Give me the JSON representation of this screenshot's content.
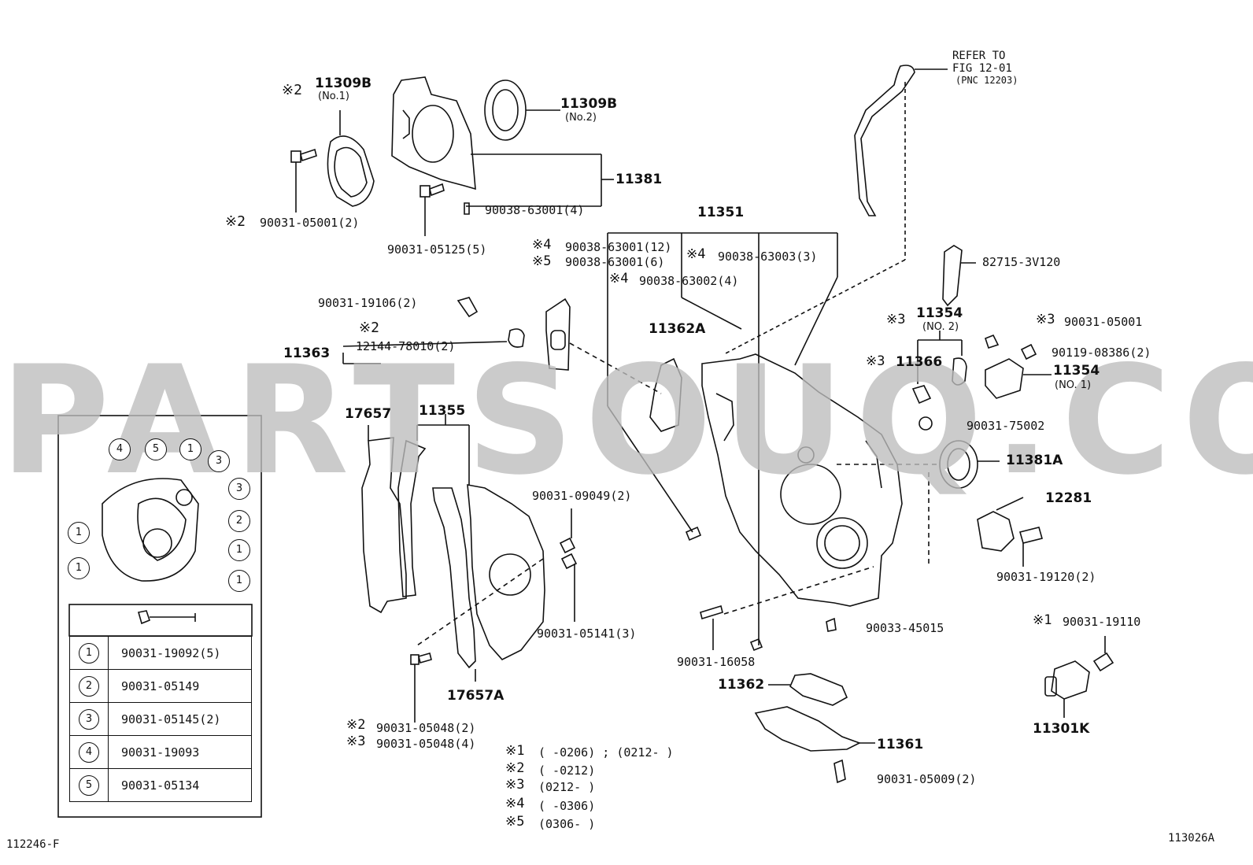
{
  "watermark": "PARTSOUQ.COM",
  "refer": {
    "line1": "REFER TO",
    "line2": "FIG 12-01",
    "line3": "(PNC 12203)"
  },
  "labels": {
    "l11309b_no1": "11309B",
    "l11309b_no1_sub": "(No.1)",
    "mk_11309b": "※2",
    "l11309b_no2": "11309B",
    "l11309b_no2_sub": "(No.2)",
    "l11381": "11381",
    "l90038_63001_4": "90038-63001(4)",
    "l90031_05001_2": "90031-05001(2)",
    "mk_05001": "※2",
    "l90031_05125_5": "90031-05125(5)",
    "l11351": "11351",
    "l90038_63001_12": "90038-63001(12)",
    "mk_63001_12": "※4",
    "l90038_63001_6": "90038-63001(6)",
    "mk_63001_6": "※5",
    "l90038_63003_3": "90038-63003(3)",
    "mk_63003": "※4",
    "l90038_63002_4": "90038-63002(4)",
    "mk_63002": "※4",
    "l82715": "82715-3V120",
    "l90031_19106_2": "90031-19106(2)",
    "mk_12144": "※2",
    "l11363": "11363",
    "l12144": "12144-78010(2)",
    "l11362a": "11362A",
    "l11354_no2": "11354",
    "l11354_no2_sub": "(NO. 2)",
    "mk_11354": "※3",
    "l90031_05001": "90031-05001",
    "mk_05001b": "※3",
    "l90119": "90119-08386(2)",
    "l11366": "11366",
    "mk_11366": "※3",
    "l11354_no1": "11354",
    "l11354_no1_sub": "(NO. 1)",
    "l90031_75002": "90031-75002",
    "l17657": "17657",
    "l11355": "11355",
    "l11381a": "11381A",
    "l12281": "12281",
    "l90031_09049_2": "90031-09049(2)",
    "l90031_19120_2": "90031-19120(2)",
    "l90031_05141_3": "90031-05141(3)",
    "l90033_45015": "90033-45015",
    "l90031_19110": "90031-19110",
    "mk_19110": "※1",
    "l90031_16058": "90031-16058",
    "l17657a": "17657A",
    "l11362": "11362",
    "l11301k": "11301K",
    "l11361": "11361",
    "l90031_05048_2": "90031-05048(2)",
    "mk_05048_2": "※2",
    "l90031_05048_4": "90031-05048(4)",
    "mk_05048_4": "※3",
    "l90031_05009_2": "90031-05009(2)"
  },
  "notes": [
    {
      "mark": "※1",
      "text": "(      -0206) ; (0212-       )"
    },
    {
      "mark": "※2",
      "text": "(      -0212)"
    },
    {
      "mark": "※3",
      "text": "(0212-      )"
    },
    {
      "mark": "※4",
      "text": "(      -0306)"
    },
    {
      "mark": "※5",
      "text": "(0306-      )"
    }
  ],
  "inset_callouts": [
    "4",
    "5",
    "1",
    "3",
    "3",
    "2",
    "1",
    "1",
    "1",
    "1"
  ],
  "legend": [
    {
      "num": "1",
      "part": "90031-19092(5)"
    },
    {
      "num": "2",
      "part": "90031-05149"
    },
    {
      "num": "3",
      "part": "90031-05145(2)"
    },
    {
      "num": "4",
      "part": "90031-19093"
    },
    {
      "num": "5",
      "part": "90031-05134"
    }
  ],
  "footer": {
    "left": "112246-F",
    "right": "113026A"
  }
}
